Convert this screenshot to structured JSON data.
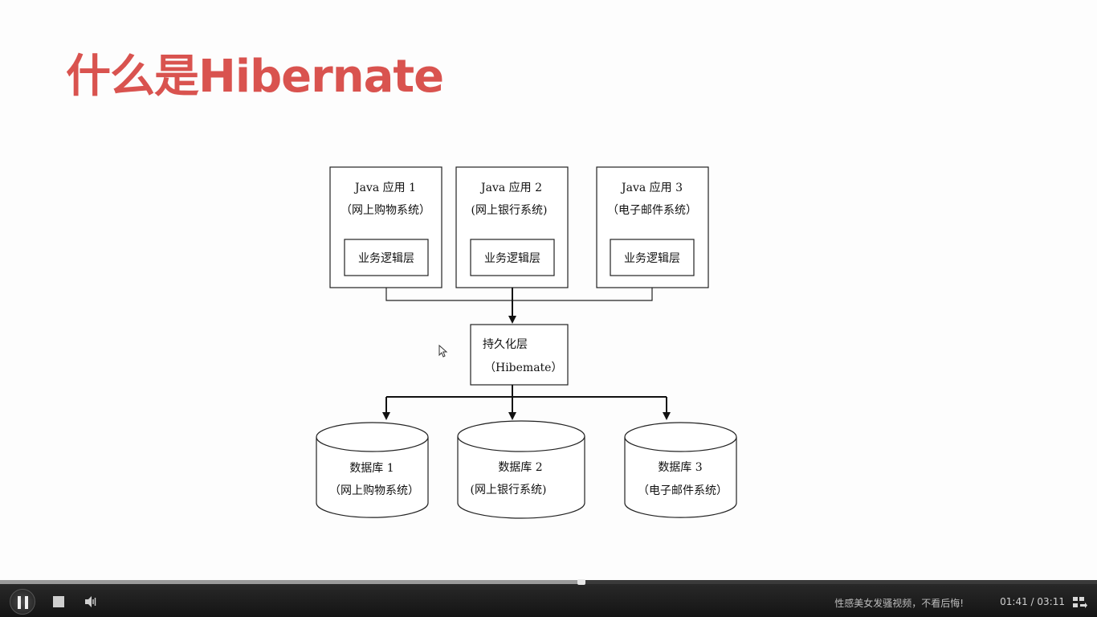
{
  "slide": {
    "title": "什么是Hibernate"
  },
  "diagram": {
    "apps": [
      {
        "name": "Java 应用 1",
        "system": "（网上购物系统）",
        "layer": "业务逻辑层"
      },
      {
        "name": "Java 应用 2",
        "system": "(网上银行系统)",
        "layer": "业务逻辑层"
      },
      {
        "name": "Java 应用 3",
        "system": "（电子邮件系统）",
        "layer": "业务逻辑层"
      }
    ],
    "persistence": {
      "name": "持久化层",
      "sub": "（Hibemate）"
    },
    "databases": [
      {
        "name": "数据库 1",
        "system": "（网上购物系统）"
      },
      {
        "name": "数据库 2",
        "system": "(网上银行系统)"
      },
      {
        "name": "数据库 3",
        "system": "（电子邮件系统）"
      }
    ]
  },
  "player": {
    "promo_text": "性感美女发骚视频，不看后悔!",
    "current_time": "01:41",
    "separator": " / ",
    "total_time": "03:11",
    "progress": 0.53,
    "icons": {
      "play": "pause-icon",
      "stop": "stop-icon",
      "volume": "volume-icon",
      "playlist": "playlist-icon"
    }
  }
}
